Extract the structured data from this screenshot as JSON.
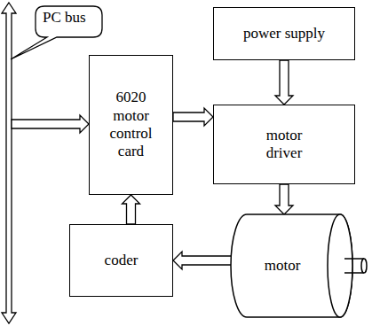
{
  "diagram": {
    "nodes": [
      {
        "text": [
          "PC bus"
        ]
      },
      {
        "text": [
          "6020 motor control card"
        ]
      },
      {
        "text": [
          "power supply"
        ]
      },
      {
        "text": [
          "motor driver"
        ]
      },
      {
        "text": [
          "coder"
        ]
      },
      {
        "text": [
          "motor"
        ]
      }
    ],
    "edges": [
      {
        "from": 1,
        "to": 3,
        "arrow": "to"
      },
      {
        "from": 2,
        "to": 3,
        "arrow": "to"
      },
      {
        "from": 3,
        "to": 5,
        "arrow": "to"
      },
      {
        "from": 5,
        "to": 4,
        "arrow": "to"
      },
      {
        "from": 4,
        "to": 1,
        "arrow": "to"
      }
    ]
  }
}
